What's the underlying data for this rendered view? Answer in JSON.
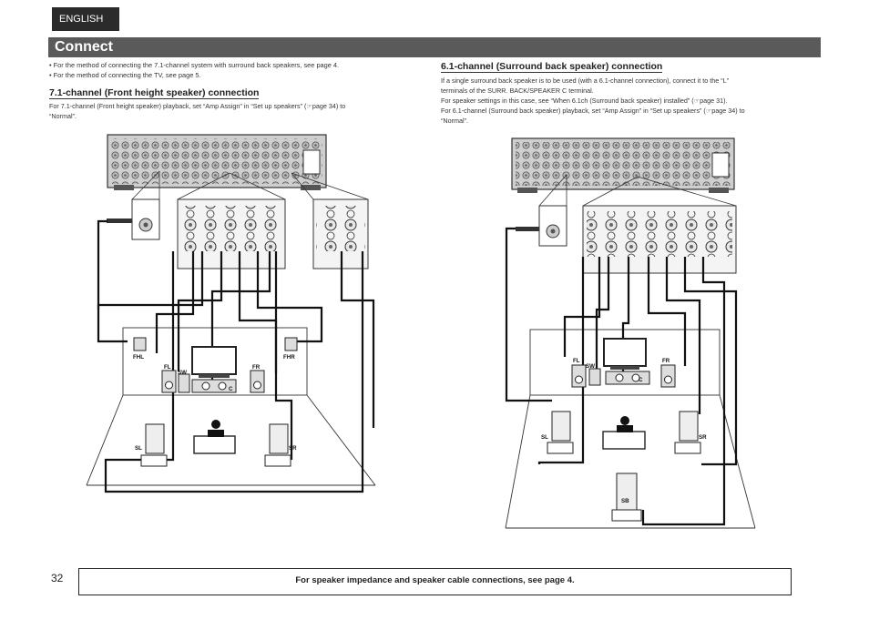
{
  "header": {
    "language": "ENGLISH",
    "title": "Connect"
  },
  "notes": [
    "• For the method of connecting the 7.1-channel system with surround back speakers, see page 4.",
    "• For the method of connecting the TV, see page 5."
  ],
  "left_section": {
    "title": "7.1-channel (Front height speaker) connection",
    "text": [
      "For 7.1-channel (Front height speaker) playback, set “Amp Assign” in “Set up speakers” (☞page 34) to",
      "“Normal”."
    ],
    "labels": {
      "fhl": "FHL",
      "fhr": "FHR",
      "fl": "FL",
      "fr": "FR",
      "sw": "SW",
      "c": "C",
      "sl": "SL",
      "sr": "SR"
    }
  },
  "right_section": {
    "title": "6.1-channel (Surround back speaker) connection",
    "text": [
      "If a single surround back speaker is to be used (with a 6.1-channel connection), connect it to the “L”",
      "terminals of the SURR. BACK/SPEAKER C terminal.",
      "For speaker settings in this case, see “When 6.1ch (Surround back speaker) installed” (☞page 31).",
      "For 6.1-channel (Surround back speaker) playback, set “Amp Assign” in “Set up speakers” (☞page 34) to",
      "“Normal”."
    ],
    "labels": {
      "fl": "FL",
      "fr": "FR",
      "sw": "SW",
      "c": "C",
      "sl": "SL",
      "sr": "SR",
      "sb": "SB"
    }
  },
  "footer": {
    "page_number": "32",
    "note": "For speaker impedance and speaker cable connections, see page 4."
  }
}
